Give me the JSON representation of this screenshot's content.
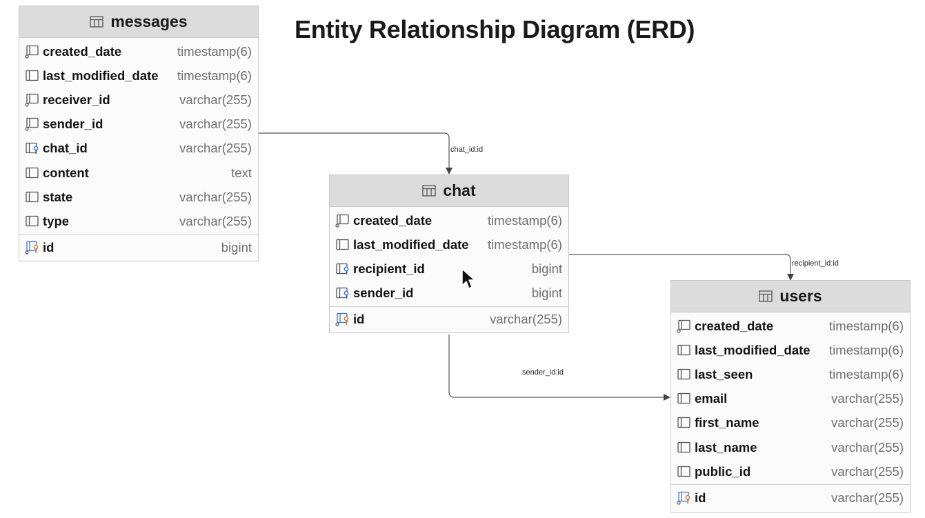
{
  "title": "Entity Relationship Diagram (ERD)",
  "tables": {
    "messages": {
      "name": "messages",
      "columns": [
        {
          "name": "created_date",
          "type": "timestamp(6)",
          "icon": "column-nullable-icon"
        },
        {
          "name": "last_modified_date",
          "type": "timestamp(6)",
          "icon": "column-icon"
        },
        {
          "name": "receiver_id",
          "type": "varchar(255)",
          "icon": "column-nullable-icon"
        },
        {
          "name": "sender_id",
          "type": "varchar(255)",
          "icon": "column-nullable-icon"
        },
        {
          "name": "chat_id",
          "type": "varchar(255)",
          "icon": "foreign-key-icon"
        },
        {
          "name": "content",
          "type": "text",
          "icon": "column-icon"
        },
        {
          "name": "state",
          "type": "varchar(255)",
          "icon": "column-icon"
        },
        {
          "name": "type",
          "type": "varchar(255)",
          "icon": "column-icon"
        }
      ],
      "pk": {
        "name": "id",
        "type": "bigint",
        "icon": "primary-key-icon"
      }
    },
    "chat": {
      "name": "chat",
      "columns": [
        {
          "name": "created_date",
          "type": "timestamp(6)",
          "icon": "column-nullable-icon"
        },
        {
          "name": "last_modified_date",
          "type": "timestamp(6)",
          "icon": "column-icon"
        },
        {
          "name": "recipient_id",
          "type": "bigint",
          "icon": "foreign-key-icon"
        },
        {
          "name": "sender_id",
          "type": "bigint",
          "icon": "foreign-key-icon"
        }
      ],
      "pk": {
        "name": "id",
        "type": "varchar(255)",
        "icon": "primary-key-icon"
      }
    },
    "users": {
      "name": "users",
      "columns": [
        {
          "name": "created_date",
          "type": "timestamp(6)",
          "icon": "column-nullable-icon"
        },
        {
          "name": "last_modified_date",
          "type": "timestamp(6)",
          "icon": "column-icon"
        },
        {
          "name": "last_seen",
          "type": "timestamp(6)",
          "icon": "column-icon"
        },
        {
          "name": "email",
          "type": "varchar(255)",
          "icon": "column-icon"
        },
        {
          "name": "first_name",
          "type": "varchar(255)",
          "icon": "column-icon"
        },
        {
          "name": "last_name",
          "type": "varchar(255)",
          "icon": "column-icon"
        },
        {
          "name": "public_id",
          "type": "varchar(255)",
          "icon": "column-icon"
        }
      ],
      "pk": {
        "name": "id",
        "type": "varchar(255)",
        "icon": "primary-key-icon"
      }
    }
  },
  "relations": [
    {
      "label": "chat_id:id",
      "from": "messages",
      "to": "chat"
    },
    {
      "label": "recipient_id:id",
      "from": "chat",
      "to": "users"
    },
    {
      "label": "sender_id:id",
      "from": "chat",
      "to": "users"
    }
  ],
  "colors": {
    "header_bg": "#dcdcdc",
    "fk_accent": "#3b78d8",
    "pk_accent": "#e0772f",
    "type_text": "#6f6f6f"
  }
}
